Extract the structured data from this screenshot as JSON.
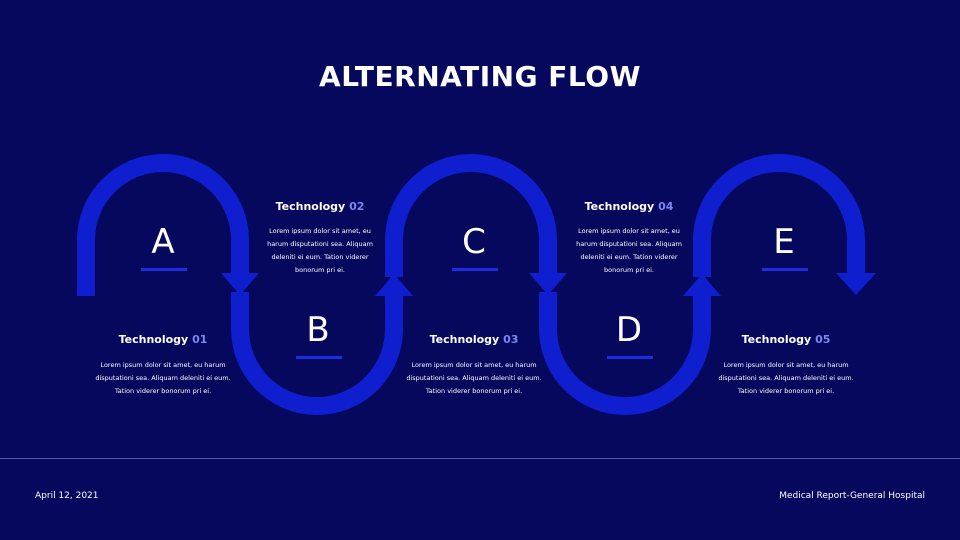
{
  "title": "ALTERNATING FLOW",
  "accent_color": "#1a2de0",
  "number_color": "#7b86f2",
  "steps": [
    {
      "letter": "A",
      "tech_label": "Technology",
      "tech_num": "01",
      "desc_lines": [
        "Lorem ipsum dolor sit amet, eu harum",
        "disputationi sea. Aliquam deleniti ei eum.",
        "Tation viderer bonorum pri ei."
      ]
    },
    {
      "letter": "B",
      "tech_label": "Technology",
      "tech_num": "02",
      "desc_lines": [
        "Lorem ipsum dolor sit amet, eu",
        "harum disputationi sea. Aliquam",
        "deleniti ei eum. Tation viderer",
        "bonorum pri ei."
      ]
    },
    {
      "letter": "C",
      "tech_label": "Technology",
      "tech_num": "03",
      "desc_lines": [
        "Lorem ipsum dolor sit amet, eu harum",
        "disputationi sea. Aliquam deleniti ei eum.",
        "Tation viderer bonorum pri ei."
      ]
    },
    {
      "letter": "D",
      "tech_label": "Technology",
      "tech_num": "04",
      "desc_lines": [
        "Lorem ipsum dolor sit amet, eu",
        "harum disputationi sea. Aliquam",
        "deleniti ei eum. Tation viderer",
        "bonorum pri ei."
      ]
    },
    {
      "letter": "E",
      "tech_label": "Technology",
      "tech_num": "05",
      "desc_lines": [
        "Lorem ipsum dolor sit amet, eu harum",
        "disputationi sea. Aliquam deleniti ei eum.",
        "Tation viderer bonorum pri ei."
      ]
    }
  ],
  "footer": {
    "date": "April 12, 2021",
    "source": "Medical Report-General Hospital"
  }
}
